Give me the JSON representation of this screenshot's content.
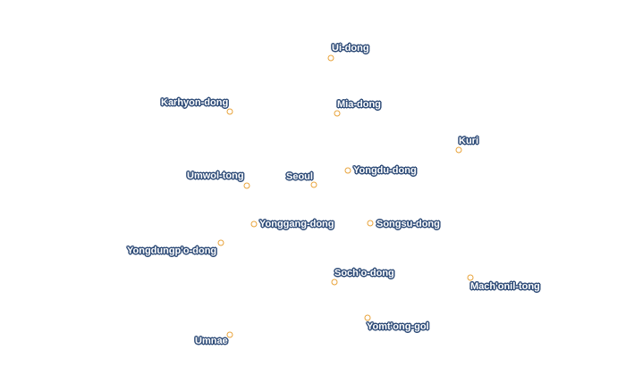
{
  "colors": {
    "background": "#ffffff",
    "marker_stroke": "#e8a33a",
    "label_halo": "#2f4c78",
    "label_text": "#ffffff"
  },
  "places": [
    {
      "id": "ui-dong",
      "name": "Ui-dong"
    },
    {
      "id": "karhyon-dong",
      "name": "Karhyon-dong"
    },
    {
      "id": "mia-dong",
      "name": "Mia-dong"
    },
    {
      "id": "kuri",
      "name": "Kuri"
    },
    {
      "id": "umwol-tong",
      "name": "Umwol-tong"
    },
    {
      "id": "seoul",
      "name": "Seoul"
    },
    {
      "id": "yongdu-dong",
      "name": "Yongdu-dong"
    },
    {
      "id": "yonggang-dong",
      "name": "Yonggang-dong"
    },
    {
      "id": "songsu-dong",
      "name": "Songsu-dong"
    },
    {
      "id": "yongdungpo-dong",
      "name": "Yongdungp'o-dong"
    },
    {
      "id": "socho-dong",
      "name": "Soch'o-dong"
    },
    {
      "id": "machonil-tong",
      "name": "Mach'onil-tong"
    },
    {
      "id": "yomtong-gol",
      "name": "Yomt'ong-gol"
    },
    {
      "id": "umnae",
      "name": "Umnae"
    }
  ]
}
